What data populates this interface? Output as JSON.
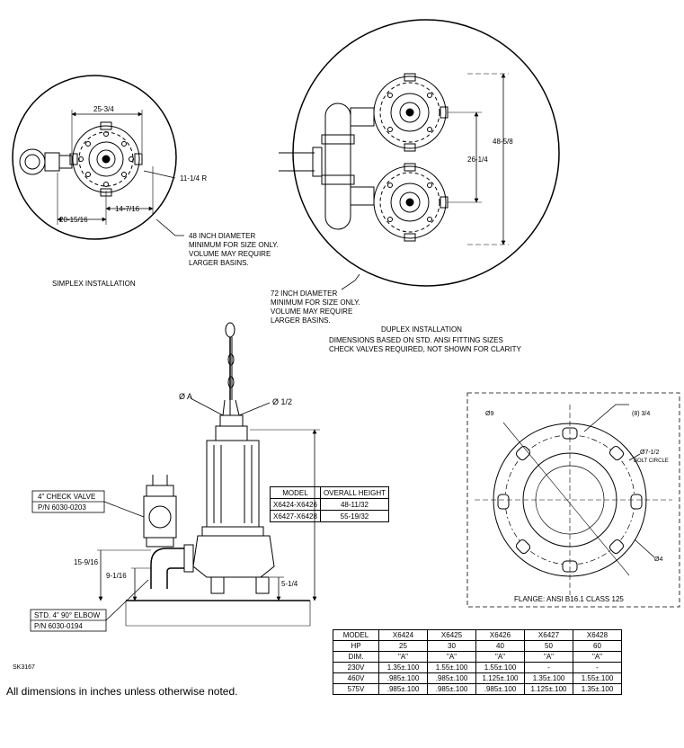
{
  "simplex": {
    "dims": {
      "width_top": "25-3/4",
      "radius": "11-1/4 R",
      "inner_bottom": "14-7/16",
      "outer_bottom": "20-15/16"
    },
    "note_lines": [
      "48 INCH DIAMETER",
      "MINIMUM FOR SIZE ONLY.",
      "VOLUME MAY REQUIRE",
      "LARGER BASINS."
    ],
    "title": "SIMPLEX INSTALLATION"
  },
  "duplex": {
    "dims": {
      "overall": "48-5/8",
      "between_pumps": "26-1/4"
    },
    "note_lines": [
      "72 INCH DIAMETER",
      "MINIMUM FOR SIZE ONLY.",
      "VOLUME MAY REQUIRE",
      "LARGER BASINS."
    ],
    "title": "DUPLEX INSTALLATION",
    "subtitle_lines": [
      "DIMENSIONS BASED ON STD. ANSI FITTING SIZES",
      "CHECK VALVES REQUIRED, NOT SHOWN FOR CLARITY"
    ]
  },
  "elevation": {
    "dia_a": "Ø A",
    "dia_half": "Ø 1/2",
    "check_valve": {
      "name": "4\" CHECK VALVE",
      "part": "P/N 6030-0203"
    },
    "elbow": {
      "name": "STD. 4\" 90° ELBOW",
      "part": "P/N 6030-0194"
    },
    "dims": {
      "d1": "15-9/16",
      "d2": "9-1/16",
      "d3": "5-1/4"
    },
    "height_table": {
      "headers": [
        "MODEL",
        "OVERALL HEIGHT"
      ],
      "rows": [
        [
          "X6424-X6426",
          "48-11/32"
        ],
        [
          "X6427-X6428",
          "55-19/32"
        ]
      ]
    }
  },
  "flange": {
    "d9": "Ø9",
    "holes": "(8) 3/4",
    "bolt_circle": "Ø7-1/2",
    "bolt_circle_label": "BOLT CIRCLE",
    "d4": "Ø4",
    "caption": "FLANGE: ANSI B16.1 CLASS 125"
  },
  "spec_table": {
    "headers": [
      "MODEL",
      "X6424",
      "X6425",
      "X6426",
      "X6427",
      "X6428"
    ],
    "rows": [
      [
        "HP",
        "25",
        "30",
        "40",
        "50",
        "60"
      ],
      [
        "DIM.",
        "\"A\"",
        "\"A\"",
        "\"A\"",
        "\"A\"",
        "\"A\""
      ],
      [
        "230V",
        "1.35±.100",
        "1.55±.100",
        "1.55±.100",
        "-",
        "-"
      ],
      [
        "460V",
        ".985±.100",
        ".985±.100",
        "1.125±.100",
        "1.35±.100",
        "1.55±.100"
      ],
      [
        "575V",
        ".985±.100",
        ".985±.100",
        ".985±.100",
        "1.125±.100",
        "1.35±.100"
      ]
    ]
  },
  "drawing_number": "SK3167",
  "footnote": "All dimensions in inches unless otherwise noted."
}
